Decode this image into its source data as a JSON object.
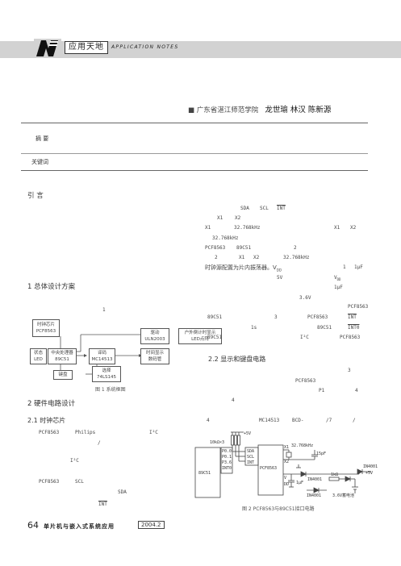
{
  "header": {
    "section_cn": "应用天地",
    "section_en": "APPLICATION NOTES"
  },
  "authors": {
    "affiliation": "■ 广东省湛江师范学院",
    "names": "龙世瑜  林汉  陈新源"
  },
  "abstract_label": "摘 要",
  "keywords_label": "关键词",
  "sections": {
    "intro": "引 言",
    "s1": "1  总体设计方案",
    "s2": "2  硬件电路设计",
    "s21": "2.1  时钟芯片",
    "s22": "2.2  显示和键盘电路"
  },
  "left_col": {
    "s1_fragment": "1",
    "s21_l1a": "PCF8563",
    "s21_l1b": "Philips",
    "s21_l1c": "I²C",
    "s21_l2": "/",
    "s21_l3": "I²C",
    "s21_l4a": "PCF8563",
    "s21_l4b": "SCL",
    "s21_l5": "SDA",
    "s21_l6": "INT"
  },
  "right_col": {
    "r1a": "SDA",
    "r1b": "SCL",
    "r1c": "INT",
    "r2a": "X1",
    "r2b": "X2",
    "r3a": "X1",
    "r3b": "32.768kHz",
    "r3c": "X1",
    "r3d": "X2",
    "r4": "32.768kHz",
    "r5a": "PCF8563",
    "r5b": "89C51",
    "r5c": "2",
    "r6a": "2",
    "r6b": "X1",
    "r6c": "X2",
    "r6d": "32.768kHz",
    "r7a": "时钟源配置为片内振荡器。V",
    "r7b": "DD",
    "r7c": "1",
    "r7d": "1μF",
    "r8a": "5V",
    "r8b": "V",
    "r8c": "DD",
    "r9": "1μF",
    "r10": "3.6V",
    "r11": "PCF8563",
    "r12a": "89C51",
    "r12b": "3",
    "r12c": "PCF8563",
    "r12d": "INT",
    "r13a": "1s",
    "r13b": "89C51",
    "r13c": "INT0",
    "r14a": "89C51",
    "r14b": "I²C",
    "r14c": "PCF8563",
    "r15": "3",
    "r16": "PCF8563",
    "r17a": "P1",
    "r17b": "4",
    "r18": "4",
    "r19a": "4",
    "r19b": "MC14513",
    "r19c": "BCD-",
    "r19d": "/7",
    "r19e": "/"
  },
  "fig1": {
    "caption": "图 1  系统框图",
    "clock_chip": [
      "时钟芯片",
      "PCF8563"
    ],
    "driver": [
      "驱动",
      "ULN2003"
    ],
    "ext_led": [
      "户外倒计时显示",
      "LED点阵"
    ],
    "status_led": [
      "状态",
      "LED"
    ],
    "cpu": [
      "中央处理器",
      "89C51"
    ],
    "decoder": [
      "译码",
      "MC14513"
    ],
    "display": [
      "时间显示",
      "数码管"
    ],
    "keyboard": "键盘",
    "select": [
      "选择",
      "74LS145"
    ]
  },
  "fig2": {
    "caption": "图 2  PCF8563与89C51接口电路",
    "vcc": "+5V",
    "res": "10kΩ×3",
    "mcu": "89C51",
    "pins": [
      "P0.0",
      "P0.1",
      "P3.6",
      "INT0"
    ],
    "rtc": "PCF8563",
    "rtc_pins_l": [
      "SDA",
      "SCL",
      "INT"
    ],
    "x1": "X1",
    "x2": "X2",
    "crystal": "32.768kHz",
    "cap": "15pF",
    "vdd": "V",
    "vdd_sub": "DD",
    "cap2": "1μF",
    "diode1": "IN4001",
    "diode2": "IN4001",
    "diode3": "IN4001",
    "r1k": "1kΩ",
    "batt": "3.6V蓄电池",
    "vcc2": "+5V"
  },
  "footer": {
    "page": "64",
    "magazine": "单片机与嵌入式系统应用",
    "date": "2004.2"
  }
}
